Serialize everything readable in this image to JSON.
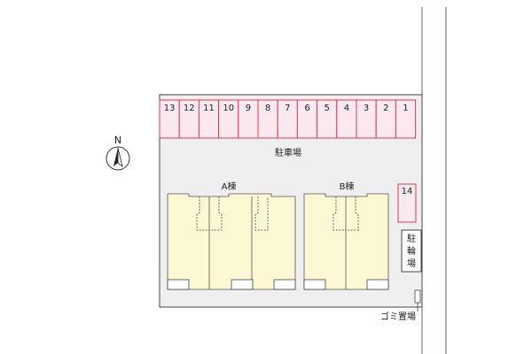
{
  "compass": {
    "letter": "N",
    "icon": "north-arrow-icon"
  },
  "parking": {
    "label": "駐車場",
    "spots": [
      "13",
      "12",
      "11",
      "10",
      "9",
      "8",
      "7",
      "6",
      "5",
      "4",
      "3",
      "2",
      "1"
    ],
    "extra_spot": "14",
    "spot_color": "#d83a5c",
    "spot_fill": "#fbe9ef"
  },
  "buildings": [
    {
      "id": "a",
      "label": "A棟"
    },
    {
      "id": "b",
      "label": "B棟"
    }
  ],
  "bicycle_parking": {
    "chars": [
      "駐",
      "輪",
      "場"
    ]
  },
  "garbage": {
    "label": "ゴミ置場"
  },
  "colors": {
    "lot": "#efefef",
    "building": "#fbf8d3"
  }
}
